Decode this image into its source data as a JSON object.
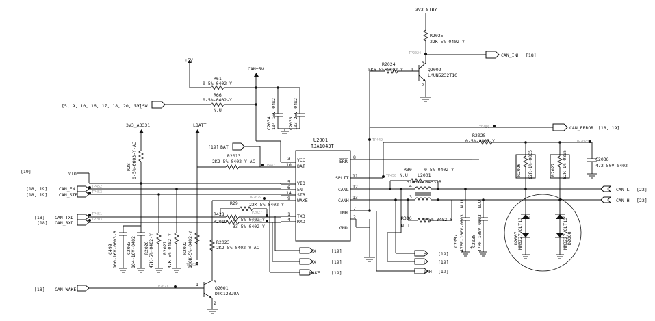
{
  "rails": {
    "v3v3_stby": "3V3_STBY",
    "plus5v": "+5V",
    "can_5v": "CAN+5V",
    "v3v3_a3331": "3V3_A3331",
    "lbatt": "LBATT"
  },
  "ic": {
    "ref": "U2001",
    "part": "TJA1043T",
    "pins_left": [
      {
        "name": "VCC",
        "num": "3"
      },
      {
        "name": "BAT",
        "num": "10"
      },
      {
        "name": "VIO",
        "num": "5"
      },
      {
        "name": "EN",
        "num": "6"
      },
      {
        "name": "STB",
        "num": "14"
      },
      {
        "name": "WAKE",
        "num": "9"
      },
      {
        "name": "TXD",
        "num": "1"
      },
      {
        "name": "RXD",
        "num": "4"
      }
    ],
    "pins_right": [
      {
        "name": "ERR",
        "num": "8"
      },
      {
        "name": "SPLIT",
        "num": "11"
      },
      {
        "name": "CANL",
        "num": "12"
      },
      {
        "name": "CANH",
        "num": "13"
      },
      {
        "name": "INH",
        "num": "7"
      },
      {
        "name": "GND",
        "num": "2"
      }
    ]
  },
  "offpage": {
    "can_inh_out": "CAN_INH",
    "can_inh_ref": "[18]",
    "can_error_out": "CAN_ERROR",
    "can_error_ref": "[18, 19]",
    "can_l": "CAN_L",
    "can_l_ref": "[22]",
    "can_h": "CAN_H",
    "can_h_ref": "[22]",
    "bat_in": "BAT",
    "bat_ref": "[19]",
    "v5sw": "5V_SW",
    "v5sw_ref": "[5, 9, 10, 16, 17, 18, 20, 22]",
    "vio": "VIO",
    "vio_ref": "[19]",
    "can_en": "CAN_EN",
    "can_en_ref": "[18, 19]",
    "can_stby": "CAN_STBY",
    "can_stby_ref": "[18, 19]",
    "can_txd": "CAN_TXD",
    "can_txd_ref": "[18]",
    "can_rxd": "CAN_RXD",
    "can_rxd_ref": "[18]",
    "can_wake": "CAN_WAKE",
    "can_wake_ref": "[18]",
    "tx": "TX",
    "tx_ref": "[19]",
    "rx": "RX",
    "rx_ref": "[19]",
    "wake": "WAKE",
    "wake_ref": "[19]",
    "h": "H",
    "h_ref": "[19]",
    "l": "L",
    "l_ref": "[19]",
    "inh": "INH",
    "inh_ref": "[19]"
  },
  "parts": {
    "r2025_ref": "R2025",
    "r2025_val": "22K-5%-0402-Y",
    "r2024_ref": "R2024",
    "r2024_val": "5K6-5%-0402-Y",
    "q2002_ref": "Q2002",
    "q2002_val": "LMUN5232T1G",
    "r61_ref": "R61",
    "r61_val": "0-5%-0402-Y",
    "r66_ref": "R66",
    "r66_val": "0-5%-0402-Y",
    "r66_nu": "N.U",
    "c2034_ref": "C2034",
    "c2034_val": "104-16V-0402",
    "c2035_ref": "C2035",
    "c2035_val": "103-25V-0402",
    "r28_ref": "R28",
    "r28_val": "0-5%-0603-Y-AC",
    "r2013_ref": "R2013",
    "r2013_val": "2K2-5%-0402-Y-AC",
    "r29_ref": "R29",
    "r29_val": "22K-5%-0402-Y",
    "r428_ref": "R428",
    "r428_val": "33-5%-0402-Y",
    "r2019_ref": "R2019",
    "r2019_val": "33-5%-0402-Y",
    "r2023_ref": "R2023",
    "r2023_val": "2K2-5%-0402-Y-AC",
    "r2028_ref": "R2028",
    "r2028_val": "0-5%-0805-Y",
    "c2036_ref": "C2036",
    "c2036_val": "472-50V-0402",
    "r30_ref": "R30",
    "r30_val": "0-5%-0402-Y",
    "l2001_ref": "L2001",
    "l2001_val": "51UH-ACM4532B",
    "l2001_nu": "N.U",
    "r306_ref": "R306",
    "r306_nu": "N.U",
    "r306_val": "0-5%-0402-Y",
    "c2037_ref": "C2037",
    "c2037_val": "47PF-100V-0603",
    "c2037_nu": "N.U",
    "c2038_ref": "C2038",
    "c2038_val": "47PF-100V-0603",
    "c2038_nu": "N.U",
    "r2026_ref": "R2026",
    "r2026_val": "62R-1%-0805",
    "r2027_ref": "R2027",
    "r2027_val": "62R-1%-0805",
    "d2007_ref": "D2007",
    "d2007_val": "MMBZ27VCLT1G",
    "d2008_ref": "D2008",
    "d2008_val": "MMBZ27VCLT1G",
    "c499_ref": "C499",
    "c499_val": "100-16V-0603-8",
    "c2033_ref": "C2033",
    "c2033_val": "104-16V-0402",
    "r2020_ref": "R2020",
    "r2020_val": "47K-5%-0402-Y",
    "r2021_ref": "R2021",
    "r2021_val": "47K-5%-0402-Y",
    "r2022_ref": "R2022",
    "r2022_val": "100K-5%-0402-Y",
    "q2001_ref": "Q2001",
    "q2001_val": "DTC123JUA"
  },
  "testpoints": {
    "tp2024": "TP2024",
    "tp449": "TP449",
    "tp450": "TP450",
    "tp2029": "TP2029",
    "tp447": "TP447",
    "tp452": "TP452",
    "tp453": "TP453",
    "tp451": "TP451",
    "tp2027": "TP2027",
    "tp2031": "TP2031",
    "tp2032": "TP2032",
    "tp2025": "TP2025",
    "tp2021": "TP2021",
    "tp2020": "TP2020"
  },
  "misc": {
    "pin_1": "1",
    "pin_2": "2",
    "pin_3": "3",
    "pin_4": "4",
    "star": "*"
  }
}
